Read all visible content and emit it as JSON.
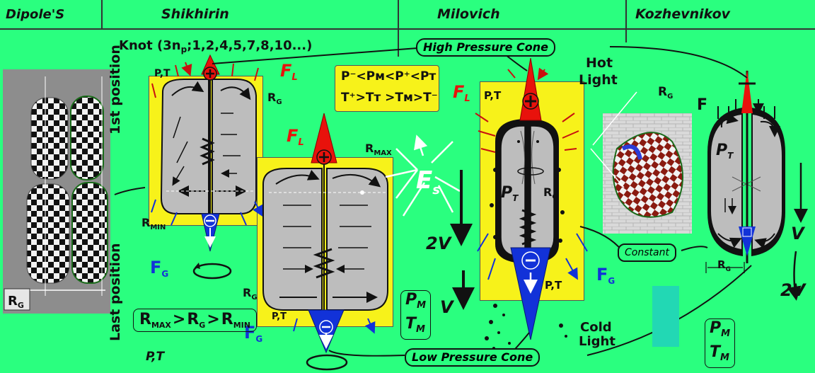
{
  "headers": {
    "dipoles": "Dipole'S",
    "shikhirin": "Shikhirin",
    "milovich": "Milovich",
    "kozhevnikov": "Kozhevnikov"
  },
  "knot": "Knot (3n",
  "knot_sub": "p",
  "knot_tail": ";1,2,4,5,7,8,10...)",
  "high_cone": "High Pressure Cone",
  "low_cone": "Low Pressure Cone",
  "constant": "Constant",
  "hot_light": [
    "Hot",
    "Light"
  ],
  "cold_light": [
    "Cold",
    "Light"
  ],
  "first_position": "1st position",
  "last_position": "Last position",
  "labels": {
    "rg": "R",
    "rg_sub": "G",
    "rmax": "R",
    "rmax_sub": "MAX",
    "rmin": "R",
    "rmin_sub": "MIN",
    "fl": "F",
    "fl_sub": "L",
    "fg": "F",
    "fg_sub": "G",
    "f": "F",
    "es": "E",
    "es_sub": "s",
    "pt": "P",
    "pt_sub": "T",
    "two_v": "2V",
    "v": "V",
    "pm": "P",
    "pm_sub": "M",
    "tm": "T",
    "tm_sub": "M",
    "p_comma_t": "P,T"
  },
  "inequality_rows": [
    "P⁻<Pм<P⁺<Pт",
    "T⁺>Tт >Tм>T⁻"
  ],
  "radius_relation": "R",
  "radius_relation_parts": [
    "MAX",
    ">",
    "R",
    "G",
    ">",
    "R",
    "MIN"
  ],
  "colors": {
    "background": "#2aff7f",
    "yellow": "#f7f21a",
    "red_cone": "#e8120c",
    "blue_cone": "#1232d8",
    "lobe_gray": "#bdbdbd",
    "white_arrow": "#ffffff"
  },
  "icons": [
    "plus-icon",
    "minus-icon",
    "rotation-arrow-icon",
    "spring-icon"
  ]
}
